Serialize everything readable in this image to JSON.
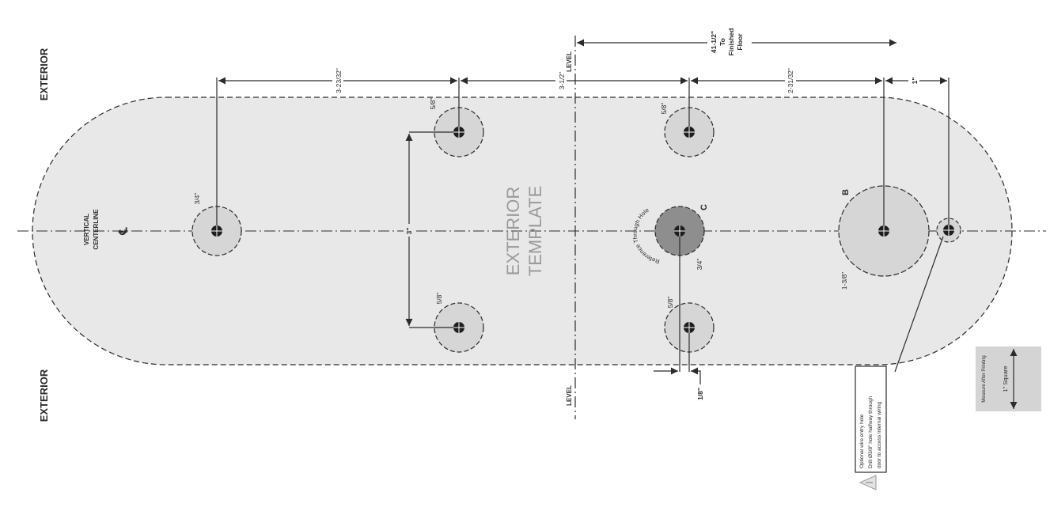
{
  "template": {
    "title_line1": "EXTERIOR",
    "title_line2": "TEMPLATE",
    "side_labels": {
      "top_left": "EXTERIOR",
      "bottom_left": "EXTERIOR"
    },
    "centerline": {
      "label_line1": "VERTICAL",
      "label_line2": "CENTERLINE",
      "symbol": "℄"
    },
    "level_labels": {
      "top": "LEVEL",
      "bottom": "LEVEL"
    },
    "colors": {
      "template_fill": "#e8e8e8",
      "hole_fill": "#d6d6d6",
      "ref_hole_fill": "#8e8e8e",
      "line": "#2b2b2b",
      "title": "#9a9a9a"
    }
  },
  "holes": [
    {
      "id": "left-center",
      "size": "3/4\""
    },
    {
      "id": "upper-left",
      "size": "5/8\""
    },
    {
      "id": "lower-left",
      "size": "5/8\""
    },
    {
      "id": "upper-right",
      "size": "5/8\""
    },
    {
      "id": "lower-right",
      "size": "5/8\""
    },
    {
      "id": "C",
      "letter": "C",
      "size": "3/4\"",
      "note": "Reference Through Hole"
    },
    {
      "id": "B",
      "letter": "B",
      "size": "1-3/8\""
    },
    {
      "id": "wire",
      "size": ""
    }
  ],
  "dimensions": {
    "d1": "3-23/32\"",
    "d2": "3-1/2\"",
    "d3": "2-31/32\"",
    "d4": "1\"",
    "d5": "3\"",
    "d6": "1/8\"",
    "floor_value": "41-1/2\"",
    "floor_line2": "To",
    "floor_line3": "Finished",
    "floor_line4": "Floor"
  },
  "note_box": {
    "line1": "Optional wire entry hole",
    "line2": "Drill Ø3/8\" hole halfway through",
    "line3": "door to access internal wiring",
    "icon": "warning-icon"
  },
  "scale_box": {
    "caption": "Measure After Printing",
    "label": "1\" Square"
  }
}
